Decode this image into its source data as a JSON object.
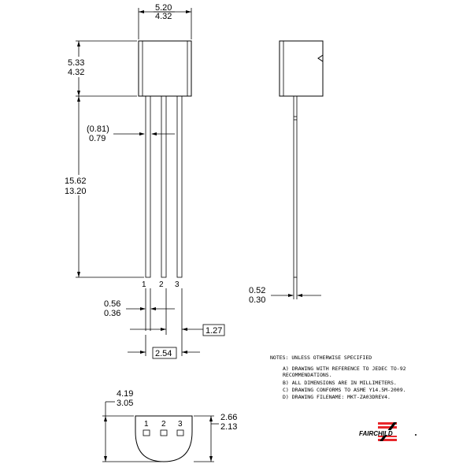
{
  "front_view": {
    "body_width_max": "5.20",
    "body_width_min": "4.32",
    "body_height_max": "5.33",
    "body_height_min": "4.32",
    "lead_spacing_max": "0.81",
    "lead_spacing_min": "0.79",
    "lead_length_max": "15.62",
    "lead_length_min": "13.20",
    "lead_width_max": "0.56",
    "lead_width_min": "0.36",
    "pitch": "1.27",
    "pitch_double": "2.54",
    "pin_labels": [
      "1",
      "2",
      "3"
    ]
  },
  "side_view": {
    "lead_thickness_max": "0.52",
    "lead_thickness_min": "0.30"
  },
  "bottom_view": {
    "height_max": "4.19",
    "height_min": "3.05",
    "flat_max": "2.66",
    "flat_min": "2.13",
    "pin_labels": [
      "1",
      "2",
      "3"
    ]
  },
  "notes": {
    "title": "NOTES:  UNLESS OTHERWISE SPECIFIED",
    "items": [
      "A)   DRAWING WITH REFERENCE TO JEDEC TO-92",
      "       RECOMMENDATIONS.",
      "B)   ALL DIMENSIONS ARE IN MILLIMETERS.",
      "C)   DRAWING CONFORMS TO ASME Y14.5M-2009.",
      "D)   DRAWING FILENAME: MKT-ZA03DREV4."
    ]
  },
  "logo": {
    "text": "FAIRCHILD",
    "color": "#e8262b"
  }
}
